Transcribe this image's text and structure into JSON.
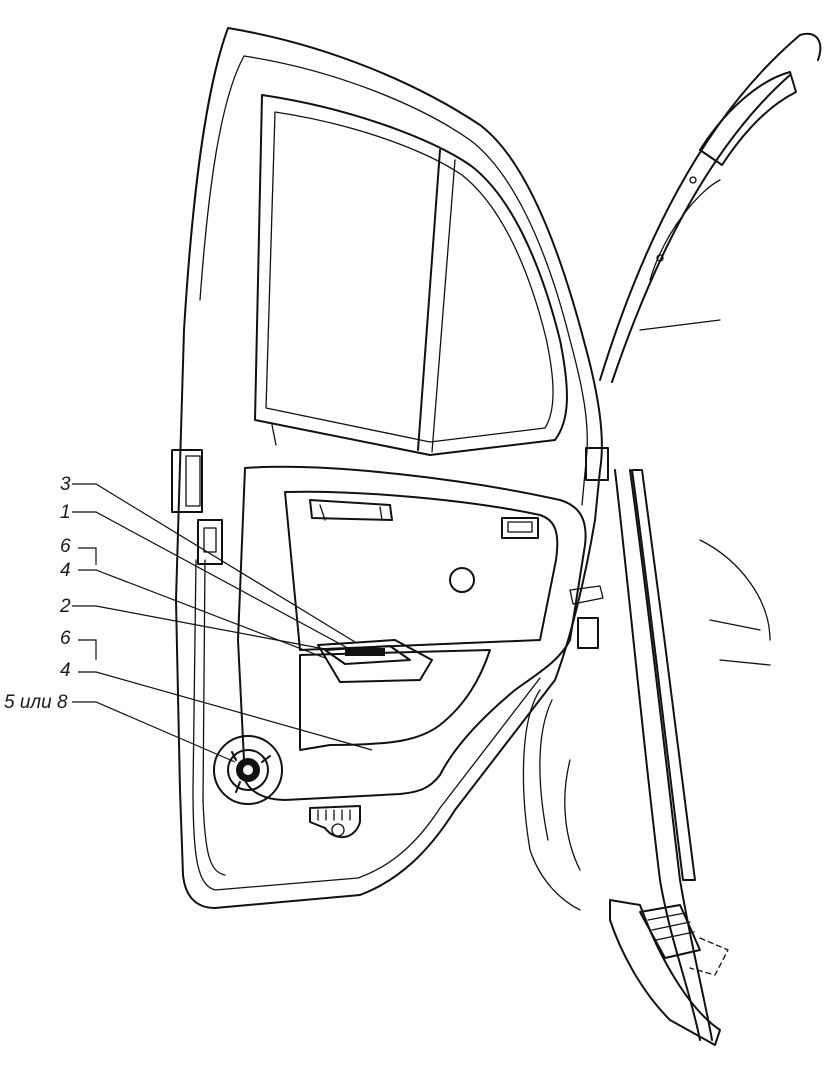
{
  "diagram": {
    "callouts": [
      {
        "id": "c3",
        "label": "3"
      },
      {
        "id": "c1",
        "label": "1"
      },
      {
        "id": "c6a",
        "label": "6"
      },
      {
        "id": "c4a",
        "label": "4"
      },
      {
        "id": "c2",
        "label": "2"
      },
      {
        "id": "c6b",
        "label": "6"
      },
      {
        "id": "c4b",
        "label": "4"
      },
      {
        "id": "c5",
        "label": "5 или 8"
      }
    ],
    "colors": {
      "line": "#111111",
      "paper": "#ffffff",
      "stipple": "#6a6a6a"
    }
  }
}
